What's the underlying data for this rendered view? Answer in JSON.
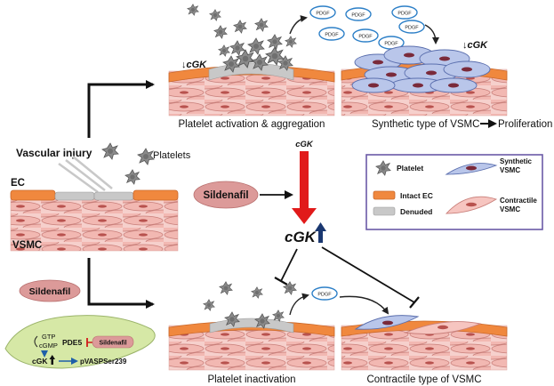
{
  "panels": {
    "activation_caption": "Platelet activation & aggregation",
    "synthetic_caption": "Synthetic type of VSMC",
    "proliferation_label": "Proliferation",
    "inactivation_caption": "Platelet inactivation",
    "contractile_caption": "Contractile type of VSMC",
    "cgk_down_left": "↓cGK",
    "cgk_down_right": "↓cGK",
    "pdgf": "PDGF"
  },
  "injury": {
    "title": "Vascular injury",
    "platelets_label": "Platelets",
    "ec_label": "EC",
    "vsmc_label": "VSMC"
  },
  "center": {
    "cgk_top": "cGK",
    "sildenafil_main": "Sildenafil",
    "cgk_up": "cGK"
  },
  "cell_inset": {
    "sildenafil": "Sildenafil",
    "gtp": "GTP",
    "cgmp": "cGMP",
    "pde5": "PDE5",
    "sildenafil_small": "Sildenafil",
    "cgk": "cGK",
    "pvasp": "pVASPSer239"
  },
  "legend": {
    "platelet": "Platelet",
    "synthetic_vsmc": "Synthetic VSMC",
    "intact_ec": "Intact EC",
    "contractile_vsmc": "Contractile VSMC",
    "denuded": "Denuded"
  },
  "colors": {
    "arrow_red": "#e11a1a",
    "ec_orange": "#f0883e",
    "denuded_gray": "#c8c8c8",
    "vsmc_pink": "#f4c7c3",
    "synthetic_blue": "#b9c6ea",
    "legend_border": "#6b5aa6",
    "pill_red": "#dc9a99",
    "cell_green": "#d6e8a6"
  }
}
